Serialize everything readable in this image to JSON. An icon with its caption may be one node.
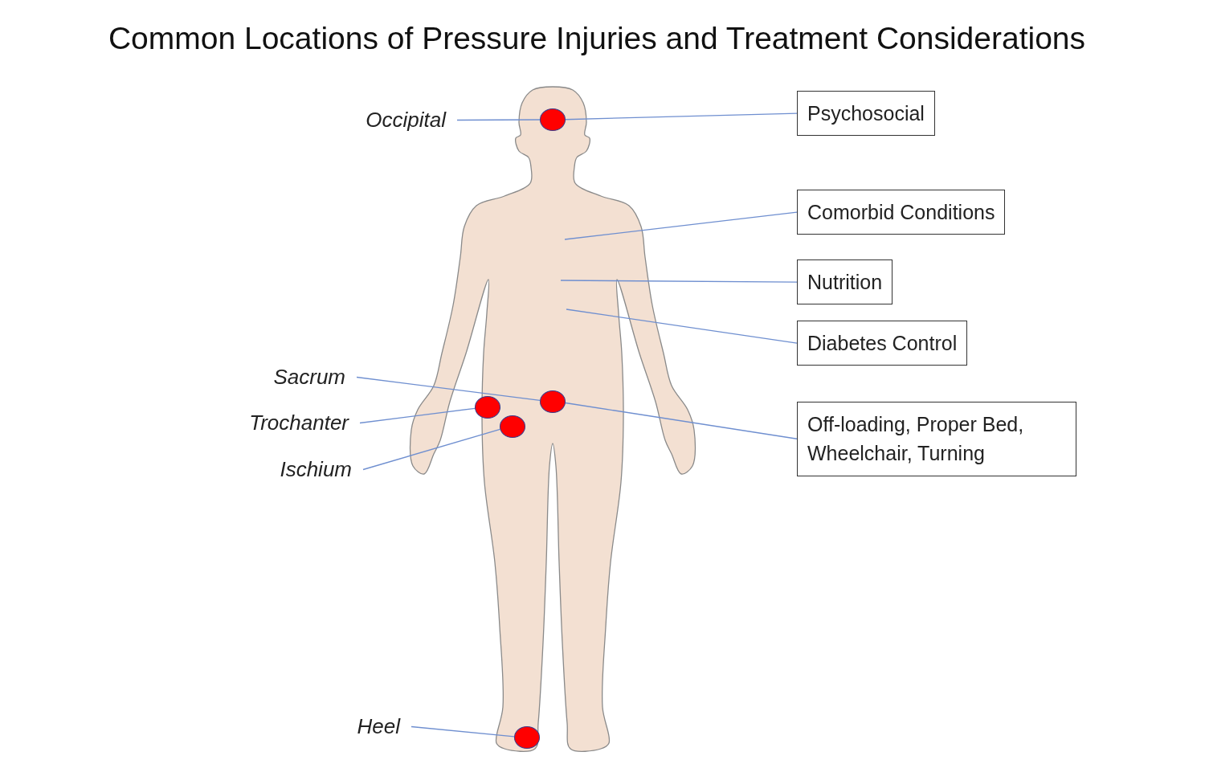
{
  "diagram": {
    "title": "Common Locations of Pressure Injuries and Treatment Considerations",
    "nodes": [
      {
        "text": [
          "Occipital"
        ]
      },
      {
        "text": [],
        "shape": "circle"
      },
      {
        "text": [
          "Psychosocial"
        ]
      },
      {
        "text": [
          "Comorbid Conditions"
        ]
      },
      {
        "text": [
          "Nutrition"
        ]
      },
      {
        "text": [
          "Diabetes Control"
        ]
      },
      {
        "text": [
          "Sacrum"
        ]
      },
      {
        "text": [],
        "shape": "circle"
      },
      {
        "text": [
          "Trochanter"
        ]
      },
      {
        "text": [],
        "shape": "circle"
      },
      {
        "text": [
          "Off-loading, Proper Bed, Wheelchair, Turning"
        ]
      },
      {
        "text": [],
        "shape": "circle"
      },
      {
        "text": [
          "Ischium"
        ]
      },
      {
        "text": [
          "Heel"
        ]
      },
      {
        "text": [],
        "shape": "circle"
      }
    ],
    "edges": [
      {
        "from": 0,
        "to": 1,
        "arrow": "none"
      },
      {
        "from": 2,
        "to": 1,
        "arrow": "none"
      },
      {
        "from": 3,
        "to": null,
        "arrow": "none"
      },
      {
        "from": 4,
        "to": null,
        "arrow": "none"
      },
      {
        "from": 5,
        "to": null,
        "arrow": "none"
      },
      {
        "from": 6,
        "to": 7,
        "arrow": "none"
      },
      {
        "from": 8,
        "to": 9,
        "arrow": "none"
      },
      {
        "from": 12,
        "to": 11,
        "arrow": "none"
      },
      {
        "from": 10,
        "to": 7,
        "arrow": "none"
      },
      {
        "from": 13,
        "to": 14,
        "arrow": "none"
      }
    ]
  }
}
